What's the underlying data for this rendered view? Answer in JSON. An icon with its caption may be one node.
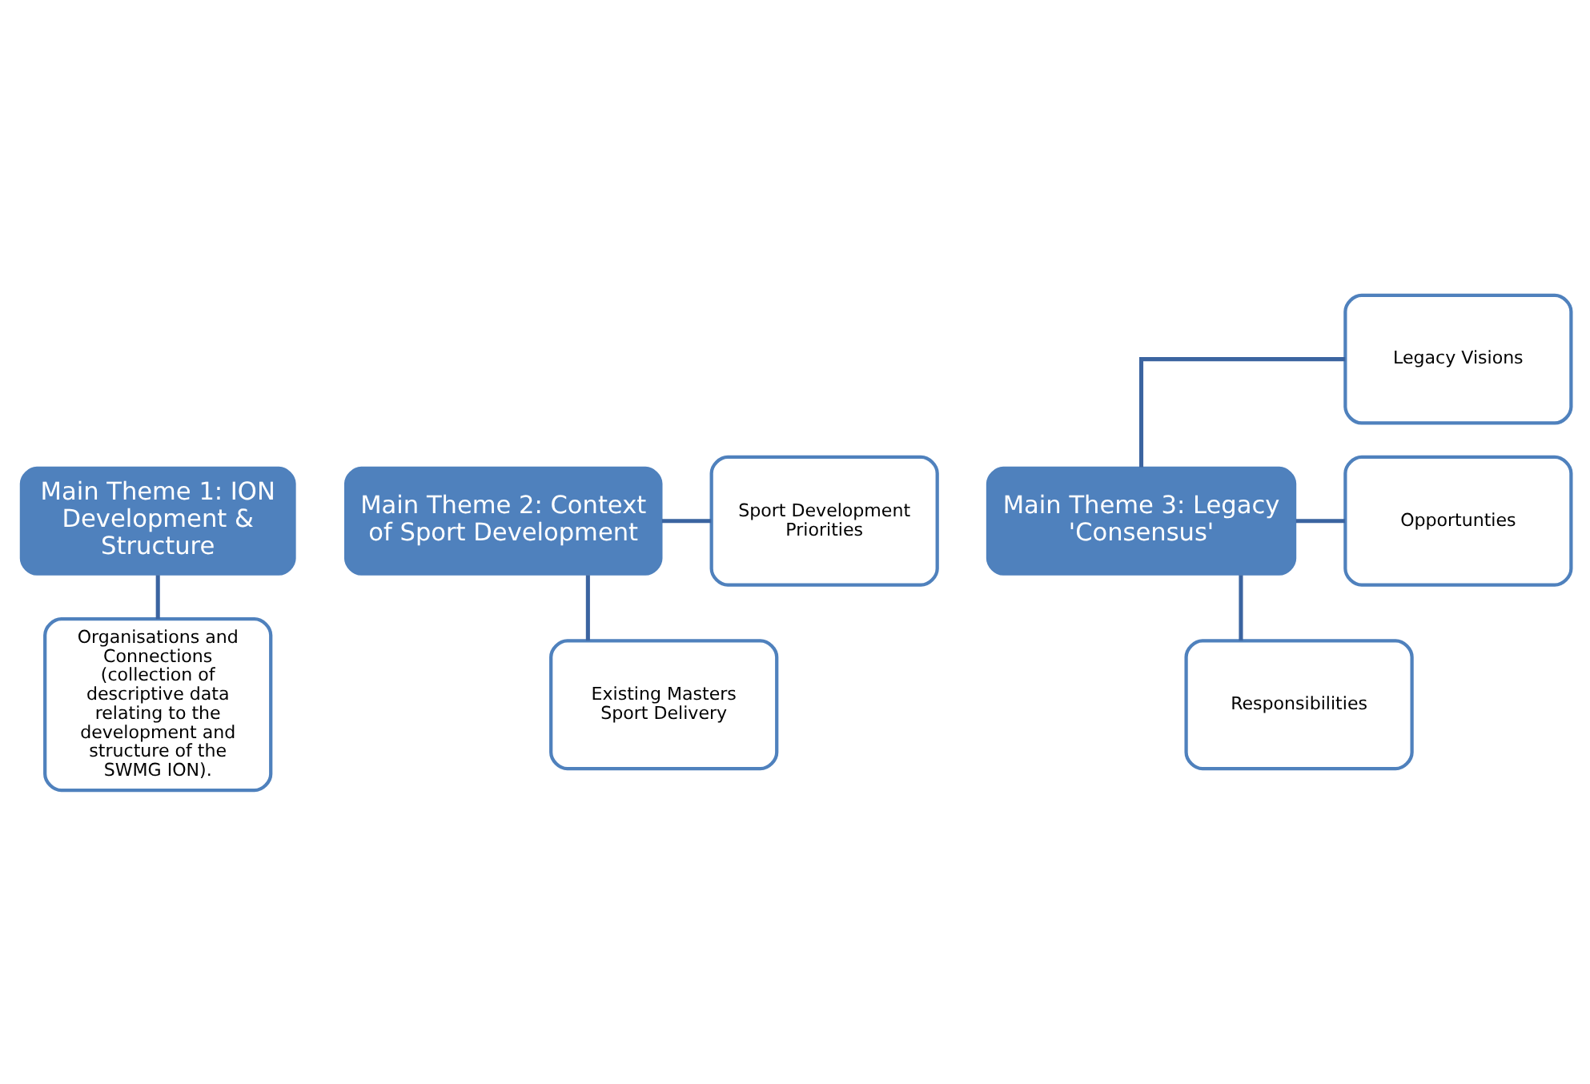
{
  "diagram": {
    "nodes": [
      {
        "text": [
          "Main Theme 1: ION Development & Structure"
        ]
      },
      {
        "text": [
          "Organisations and Connections (collection of descriptive data relating to the development and structure of the SWMG ION)."
        ]
      },
      {
        "text": [
          "Main Theme 2: Context of Sport Development"
        ]
      },
      {
        "text": [
          "Sport Development Priorities"
        ]
      },
      {
        "text": [
          "Existing Masters Sport Delivery"
        ]
      },
      {
        "text": [
          "Main Theme 3: Legacy 'Consensus'"
        ]
      },
      {
        "text": [
          "Legacy Visions"
        ]
      },
      {
        "text": [
          "Opportunties"
        ]
      },
      {
        "text": [
          "Responsibilities"
        ]
      }
    ],
    "edges": [
      {
        "from": 0,
        "to": 1,
        "arrow": "none"
      },
      {
        "from": 2,
        "to": 3,
        "arrow": "none"
      },
      {
        "from": 2,
        "to": 4,
        "arrow": "none"
      },
      {
        "from": 5,
        "to": 6,
        "arrow": "none"
      },
      {
        "from": 5,
        "to": 7,
        "arrow": "none"
      },
      {
        "from": 5,
        "to": 8,
        "arrow": "none"
      }
    ]
  }
}
